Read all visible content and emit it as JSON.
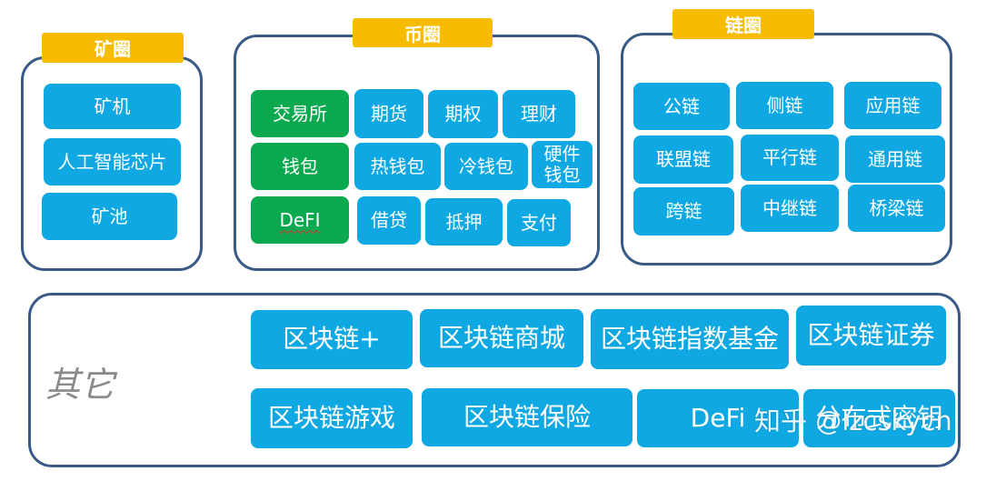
{
  "mining": {
    "title": "矿圈",
    "items": [
      "矿机",
      "人工智能芯片",
      "矿池"
    ]
  },
  "coin": {
    "title": "币圈",
    "row1": [
      "交易所",
      "期货",
      "期权",
      "理财"
    ],
    "row2": [
      "钱包",
      "热钱包",
      "冷钱包",
      "硬件\n钱包"
    ],
    "row3": [
      "DeFI",
      "借贷",
      "抵押",
      "支付"
    ]
  },
  "chain": {
    "title": "链圈",
    "items": [
      "公链",
      "侧链",
      "应用链",
      "联盟链",
      "平行链",
      "通用链",
      "跨链",
      "中继链",
      "桥梁链"
    ]
  },
  "other": {
    "title": "其它",
    "items": [
      "区块链+",
      "区块链商城",
      "区块链指数基金",
      "区块链证券",
      "区块链游戏",
      "区块链保险",
      "DeFi",
      "分布式密钥"
    ]
  },
  "watermark": "知乎 @lzcskycn",
  "colors": {
    "box": "#0fa8e2",
    "green": "#0aa84f",
    "header": "#f7bc00",
    "border": "#3a5a86"
  }
}
